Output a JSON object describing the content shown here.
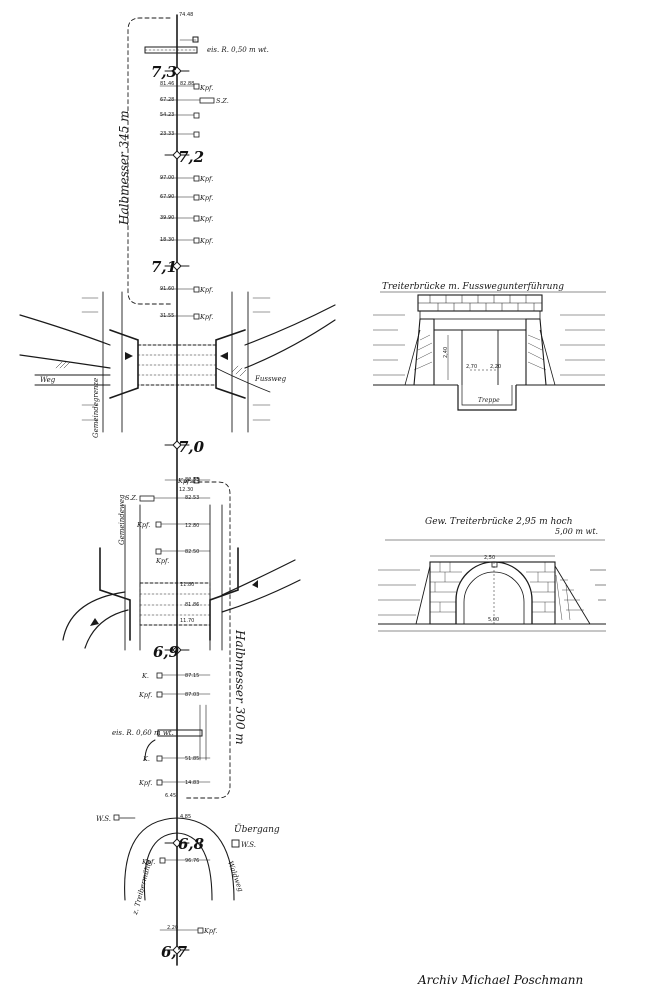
{
  "top_value": "74.48",
  "km_labels": [
    "7,3",
    "7,2",
    "7,1",
    "7,0",
    "6,9",
    "6,8",
    "6,7"
  ],
  "radius_labels": {
    "upper": "Halbmesser 345 m",
    "lower": "Halbmesser 300 m"
  },
  "annotations": {
    "pipe_top": "eis. R. 0,50 m wt.",
    "pipe_lower": "eis. R. 0,60 m wt.",
    "weg": "Weg",
    "gemeindegrenze": "Gemeindegrenze",
    "fussweg": "Fussweg",
    "gemeindeweg": "Gemeindeweg",
    "uebergang": "Übergang",
    "ws_left": "W.S.",
    "ws_right": "W.S.",
    "treibmuehle": "z. Treibermühle",
    "waldweg": "Waldweg",
    "kpf": "Kpf.",
    "k": "K.",
    "sz": "S.Z."
  },
  "elevations": [
    "81.46",
    "82.88",
    "67.28",
    "54.23",
    "23.33",
    "97.00",
    "67.90",
    "39.90",
    "18.30",
    "91.60",
    "31.55",
    "82.53",
    "12.30",
    "82.53",
    "12.80",
    "82.50",
    "11.80",
    "81.86",
    "11.70",
    "87.15",
    "87.03",
    "51.85",
    "14.83",
    "6.45",
    "4.85",
    "96.76",
    "2.20"
  ],
  "detail_bridge_1": {
    "title": "Treiterbrücke m. Fusswegunterführung",
    "dims": [
      "2,40",
      "2,70",
      "2,20"
    ],
    "label_bottom": "Treppe"
  },
  "detail_bridge_2": {
    "title": "Gew. Treiterbrücke 2,95 m hoch",
    "subtitle": "5,00 m wt.",
    "dims": [
      "2,50",
      "5,00"
    ]
  },
  "credit": "Archiv Michael Poschmann"
}
